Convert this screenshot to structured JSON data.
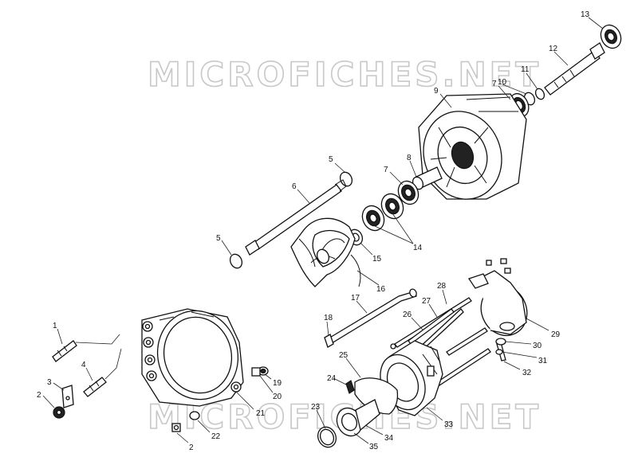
{
  "watermarks": [
    "MICROFICHES.NET",
    "MICROFICHES.NET"
  ],
  "callouts": [
    "1",
    "2",
    "3",
    "4",
    "2",
    "5",
    "5",
    "6",
    "7",
    "7",
    "8",
    "9",
    "10",
    "11",
    "12",
    "13",
    "14",
    "15",
    "16",
    "17",
    "18",
    "19",
    "20",
    "21",
    "22",
    "23",
    "24",
    "25",
    "26",
    "27",
    "28",
    "29",
    "30",
    "31",
    "32",
    "33",
    "34",
    "35"
  ]
}
